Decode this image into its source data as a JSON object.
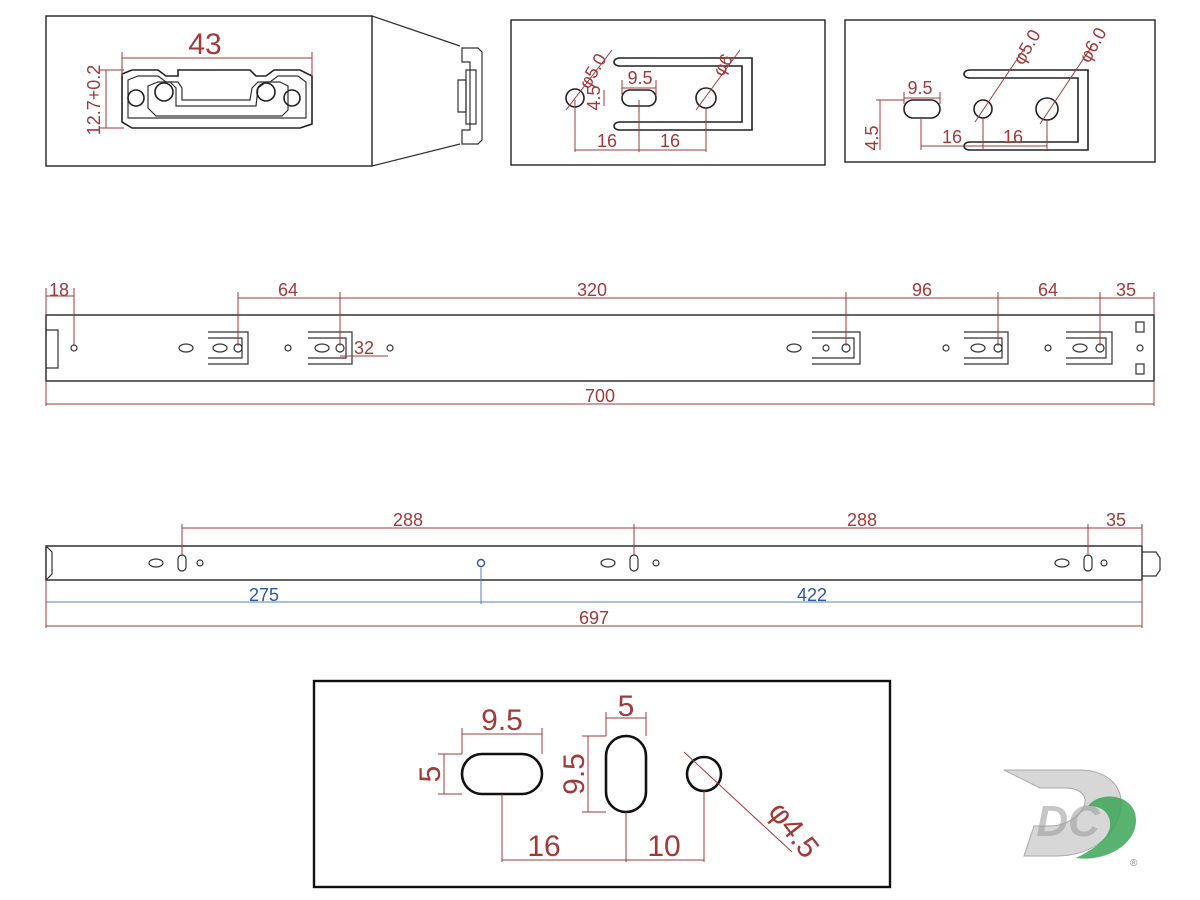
{
  "profile_view": {
    "width_label": "43",
    "height_label": "12.7+0.2"
  },
  "drawer_detail": {
    "d1": "φ5.0",
    "d2": "φ6",
    "slot": "9.5",
    "slot_h": "4.5",
    "s1": "16",
    "s2": "16"
  },
  "cabinet_detail": {
    "d1": "φ5.0",
    "d2": "φ6.0",
    "slot": "9.5",
    "slot_h": "4.5",
    "s1": "16",
    "s2": "16"
  },
  "rail_top": {
    "d1": "18",
    "d2": "64",
    "d3": "320",
    "d4": "96",
    "d5": "64",
    "d6": "35",
    "d7": "32",
    "total": "700"
  },
  "rail_bottom": {
    "d1": "288",
    "d2": "288",
    "d3": "35",
    "b1": "275",
    "b2": "422",
    "total": "697"
  },
  "hole_detail": {
    "slot_w": "9.5",
    "slot_h": "5",
    "vslot_w": "5",
    "vslot_h": "9.5",
    "d": "φ4.5",
    "s1": "16",
    "s2": "10"
  },
  "logo": {
    "text": "DC",
    "colors": {
      "green": "#3aa655",
      "gray": "#9a9a9a"
    }
  }
}
